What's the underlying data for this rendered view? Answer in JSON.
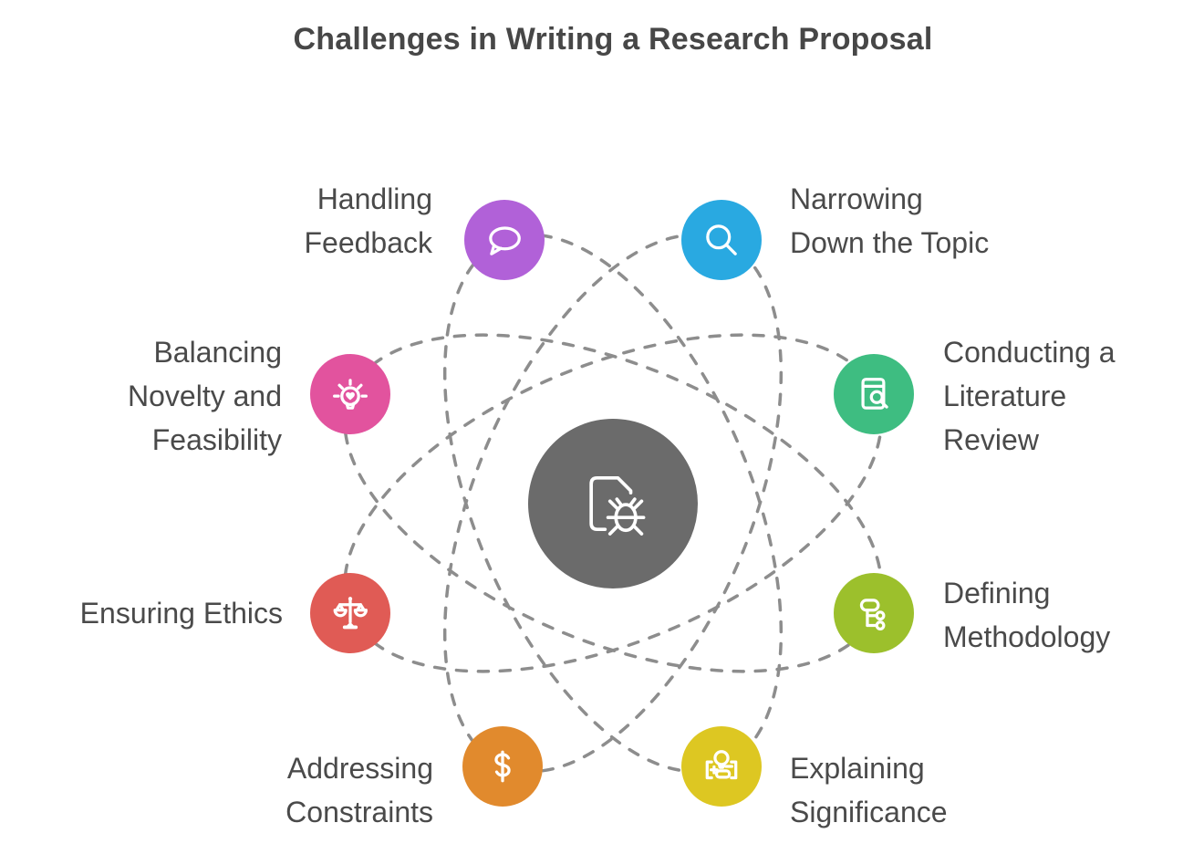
{
  "title": "Challenges in Writing a Research Proposal",
  "colors": {
    "orbit_line": "#8d8d8d",
    "center_circle": "#6b6b6b",
    "icon_stroke": "#ffffff",
    "label_text": "#4a4a4a"
  },
  "center": {
    "icon": "file-bug-icon",
    "color": "#6b6b6b"
  },
  "nodes": [
    {
      "label": "Handling\nFeedback",
      "icon": "chat-icon",
      "color": "#b161d8"
    },
    {
      "label": "Narrowing\nDown the Topic",
      "icon": "search-icon",
      "color": "#29a9e1"
    },
    {
      "label": "Balancing\nNovelty and\nFeasibility",
      "icon": "lightbulb-rays-icon",
      "color": "#e2539e"
    },
    {
      "label": "Conducting a\nLiterature\nReview",
      "icon": "book-search-icon",
      "color": "#3ebd81"
    },
    {
      "label": "Ensuring Ethics",
      "icon": "scales-icon",
      "color": "#e05b55"
    },
    {
      "label": "Defining\nMethodology",
      "icon": "flowchart-icon",
      "color": "#9cc02c"
    },
    {
      "label": "Addressing\nConstraints",
      "icon": "dollar-icon",
      "color": "#e18a2d"
    },
    {
      "label": "Explaining\nSignificance",
      "icon": "idea-evaluation-icon",
      "color": "#ddc722"
    }
  ]
}
